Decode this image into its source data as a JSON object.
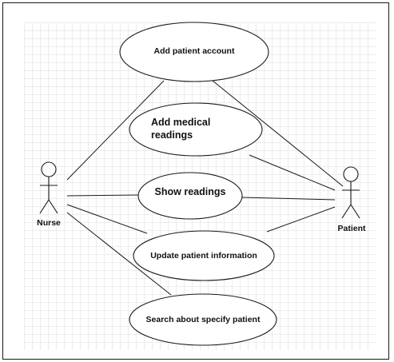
{
  "diagram": {
    "actors": [
      {
        "id": "nurse",
        "label": "Nurse"
      },
      {
        "id": "patient",
        "label": "Patient"
      }
    ],
    "use_cases": [
      {
        "id": "add-patient-account",
        "label": "Add patient account"
      },
      {
        "id": "add-medical-readings",
        "label_line1": "Add medical",
        "label_line2": "readings"
      },
      {
        "id": "show-readings",
        "label": "Show readings"
      },
      {
        "id": "update-patient-information",
        "label": "Update patient information"
      },
      {
        "id": "search-about-specify-patient",
        "label": "Search about specify patient"
      }
    ],
    "associations": [
      {
        "actor": "nurse",
        "use_case": "add-patient-account"
      },
      {
        "actor": "nurse",
        "use_case": "show-readings"
      },
      {
        "actor": "nurse",
        "use_case": "update-patient-information"
      },
      {
        "actor": "nurse",
        "use_case": "search-about-specify-patient"
      },
      {
        "actor": "patient",
        "use_case": "add-patient-account"
      },
      {
        "actor": "patient",
        "use_case": "add-medical-readings"
      },
      {
        "actor": "patient",
        "use_case": "show-readings"
      },
      {
        "actor": "patient",
        "use_case": "update-patient-information"
      }
    ]
  }
}
